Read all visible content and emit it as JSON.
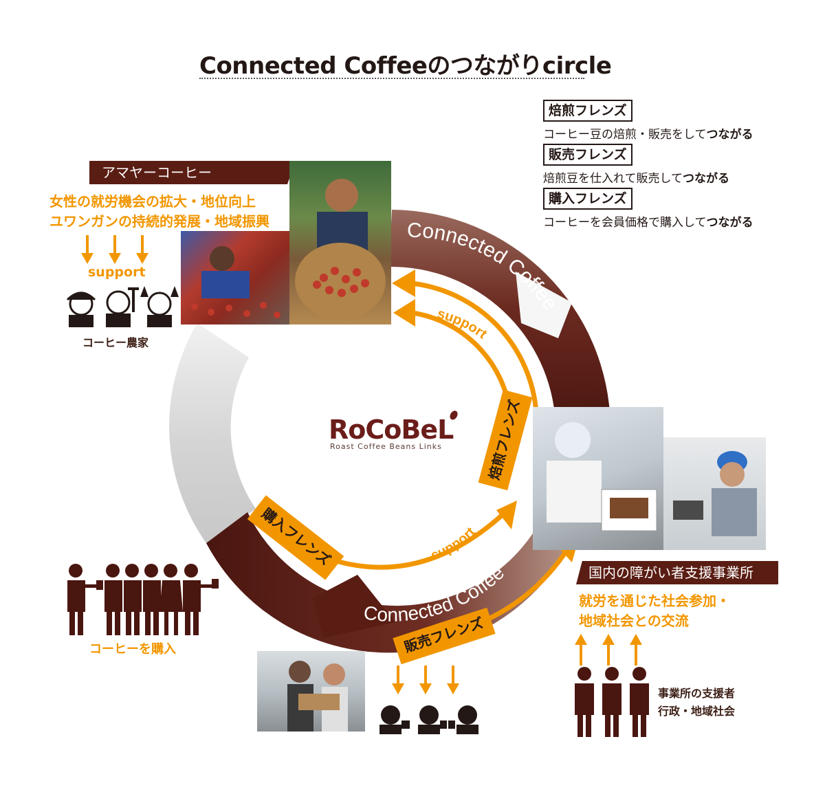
{
  "title": "Connected Coffeeのつながりcircle",
  "legend": [
    {
      "tag": "焙煎フレンズ",
      "desc": "コーヒー豆の焙煎・販売をして",
      "desc_em": "つながる"
    },
    {
      "tag": "販売フレンズ",
      "desc": "焙煎豆を仕入れて販売して",
      "desc_em": "つながる"
    },
    {
      "tag": "購入フレンズ",
      "desc": "コーヒーを会員価格で購入して",
      "desc_em": "つながる"
    }
  ],
  "amaya": {
    "band": "アマヤーコーヒー",
    "line1": "女性の就労機会の拡大・地位向上",
    "line2": "ユワンガンの持続的発展・地域振興",
    "support": "support",
    "caption": "コーヒー農家"
  },
  "ring": {
    "arc_top_label": "Connected Coffee",
    "arc_bottom_label": "Connected Coffee",
    "support_top": "support",
    "support_bottom": "support",
    "tag_roast": "焙煎フレンズ",
    "tag_buy": "購入フレンズ",
    "tag_sell": "販売フレンズ"
  },
  "logo": {
    "name": "RoCoBeL",
    "sub": "Roast Coffee Beans Links"
  },
  "facility": {
    "band": "国内の障がい者支援事業所",
    "line1": "就労を通じた社会参加・",
    "line2": "地域社会との交流",
    "supporters": "事業所の支援者",
    "supporters2": "行政・地域社会"
  },
  "purchase": {
    "caption": "コーヒーを購入"
  },
  "colors": {
    "orange": "#f29600",
    "brown_dark": "#5a1d13",
    "brown_mid": "#7a3427",
    "gray_light": "#e6e6e6"
  },
  "icons": [
    "down-arrow-icon",
    "up-arrow-icon",
    "farmer-people-icon",
    "business-people-icon",
    "coffee-drinker-icon",
    "supporter-people-icon",
    "coffee-bean-icon"
  ]
}
